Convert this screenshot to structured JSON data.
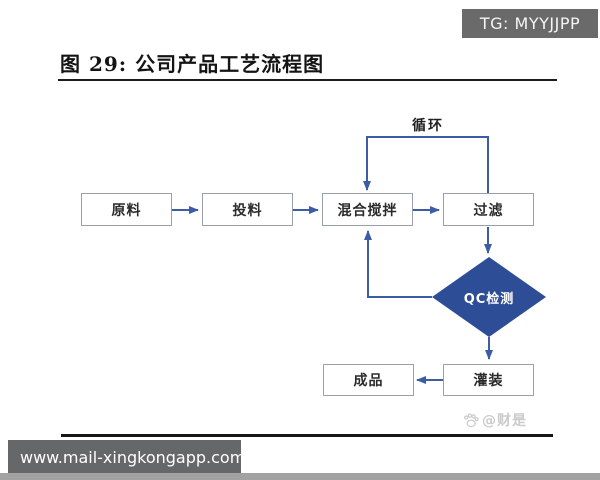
{
  "badge": {
    "label": "TG: MYYJJPP"
  },
  "figure": {
    "title": "图 29: 公司产品工艺流程图",
    "flowchart": {
      "loop_label": "循环",
      "nodes": {
        "raw": "原料",
        "feed": "投料",
        "mix": "混合搅拌",
        "filter": "过滤",
        "qc": "QC检测",
        "fill": "灌装",
        "finished": "成品"
      },
      "colors": {
        "connector": "#3c5ca6",
        "diamond_fill": "#2d4e96",
        "node_border": "#98a0ad"
      }
    },
    "watermark": "@财是"
  },
  "footer": {
    "url": "www.mail-xingkongapp.com"
  },
  "colors": {
    "badge_bg": "#6a6a6a",
    "footer_bg": "#666768",
    "bottom_strip": "#a2a2a2"
  }
}
